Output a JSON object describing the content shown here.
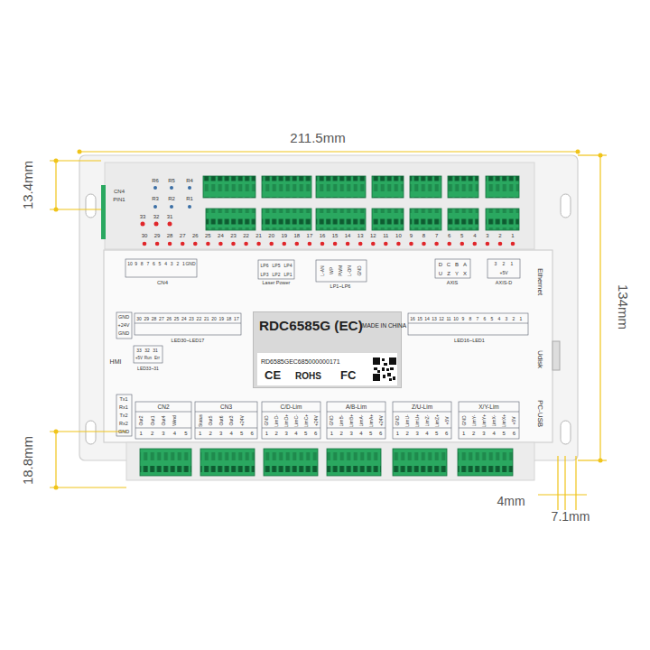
{
  "diagram": {
    "nodes": [
      {
        "text": [
          "RDC6585G (EC)",
          "MADE IN CHINA",
          "RD6585GEC685000000171",
          "CE",
          "ROHS",
          "FC"
        ]
      }
    ],
    "labels": [
      "211.5mm",
      "134mm",
      "13.4mm",
      "18.8mm",
      "4mm",
      "7.1mm",
      "CN4",
      "PIN1",
      "R6",
      "R5",
      "R4",
      "R3",
      "R2",
      "R1",
      "33",
      "32",
      "31",
      "30",
      "29",
      "28",
      "27",
      "26",
      "25",
      "24",
      "23",
      "22",
      "21",
      "20",
      "19",
      "18",
      "17",
      "16",
      "15",
      "14",
      "13",
      "12",
      "11",
      "10",
      "9",
      "8",
      "7",
      "6",
      "5",
      "4",
      "3",
      "2",
      "1",
      "Ethernet",
      "Udisk",
      "PC-USB",
      "HMI",
      "10",
      "9",
      "8",
      "7",
      "6",
      "5",
      "4",
      "3",
      "2",
      "1",
      "GND",
      "CN4",
      "LP6",
      "LP5",
      "LP4",
      "LP3",
      "LP2",
      "LP1",
      "Laser Power",
      "L-AN",
      "WP",
      "PWM",
      "L-ON",
      "GND",
      "LP1~LP6",
      "D",
      "C",
      "B",
      "A",
      "U",
      "Z",
      "Y",
      "X",
      "AXIS",
      "3",
      "2",
      "1",
      "+5V",
      "AXIS-D",
      "GND",
      "+24V",
      "GND",
      "30",
      "29",
      "28",
      "27",
      "26",
      "25",
      "24",
      "23",
      "22",
      "21",
      "20",
      "19",
      "18",
      "17",
      "LED30~LED17",
      "33",
      "32",
      "31",
      "+5V",
      "Run",
      "Err",
      "LED33~31",
      "16",
      "15",
      "14",
      "13",
      "12",
      "11",
      "10",
      "9",
      "8",
      "7",
      "6",
      "5",
      "4",
      "3",
      "2",
      "1",
      "LED16~LED1",
      "Tx1",
      "Rx1",
      "Tx2",
      "Rx2",
      "GND",
      "CN2",
      "Out2",
      "Out1",
      "Out4",
      "Wind",
      "1",
      "2",
      "3",
      "4",
      "5",
      "CN3",
      "Status",
      "Out5",
      "Out6",
      "Out3",
      "+24V",
      "1",
      "2",
      "3",
      "4",
      "5",
      "6",
      "C/D-Lim",
      "GND",
      "LimD-",
      "LimD+",
      "LimC-",
      "LimC+",
      "+24V",
      "1",
      "2",
      "3",
      "4",
      "5",
      "6",
      "A/B-Lim",
      "GND",
      "LimB-",
      "LimB+",
      "LimA-",
      "LimA+",
      "+24V",
      "1",
      "2",
      "3",
      "4",
      "5",
      "6",
      "Z/U-Lim",
      "GND",
      "LimU-",
      "LimU+",
      "LimZ-",
      "LimZ+",
      "+5V",
      "1",
      "2",
      "3",
      "4",
      "5",
      "6",
      "X/Y-Lim",
      "GND",
      "LimY-",
      "LimY+",
      "LimX-",
      "LimX+",
      "+5V",
      "1",
      "2",
      "3",
      "4",
      "5",
      "6"
    ]
  }
}
